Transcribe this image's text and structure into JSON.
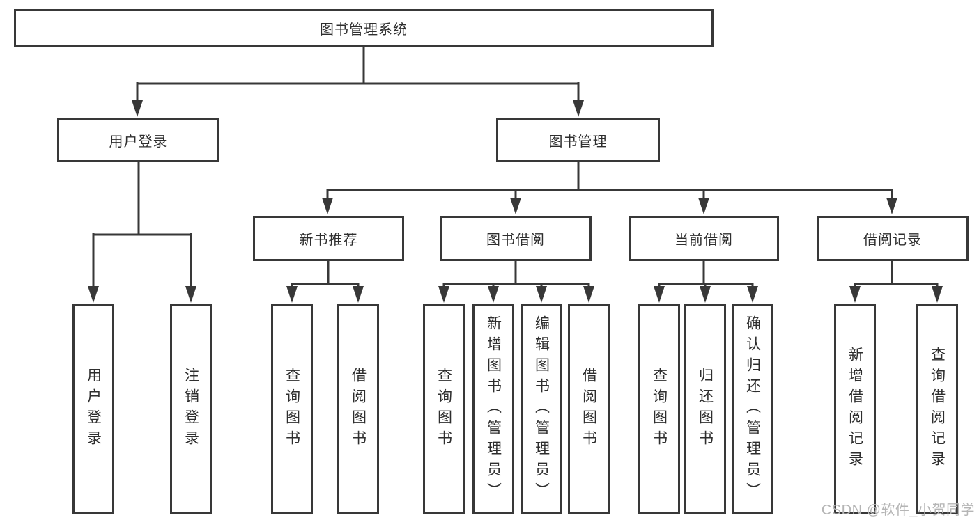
{
  "diagram": {
    "root": {
      "label": "图书管理系统"
    },
    "level2": [
      {
        "label": "用户登录"
      },
      {
        "label": "图书管理"
      }
    ],
    "level3": [
      {
        "label": "新书推荐"
      },
      {
        "label": "图书借阅"
      },
      {
        "label": "当前借阅"
      },
      {
        "label": "借阅记录"
      }
    ],
    "leaves": {
      "user": [
        {
          "label": "用户登录"
        },
        {
          "label": "注销登录"
        }
      ],
      "recommend": [
        {
          "label": "查询图书"
        },
        {
          "label": "借阅图书"
        }
      ],
      "borrow": [
        {
          "label": "查询图书"
        },
        {
          "label": "新增图书（管理员）"
        },
        {
          "label": "编辑图书（管理员）"
        },
        {
          "label": "借阅图书"
        }
      ],
      "current": [
        {
          "label": "查询图书"
        },
        {
          "label": "归还图书"
        },
        {
          "label": "确认归还（管理员）"
        }
      ],
      "records": [
        {
          "label": "新增借阅记录"
        },
        {
          "label": "查询借阅记录"
        }
      ]
    }
  },
  "watermark": {
    "text": "CSDN @软件_小贺同学"
  },
  "colors": {
    "line": "#383838",
    "text": "#2e2e2e",
    "background": "#ffffff",
    "watermark": "#b5b5b5"
  }
}
